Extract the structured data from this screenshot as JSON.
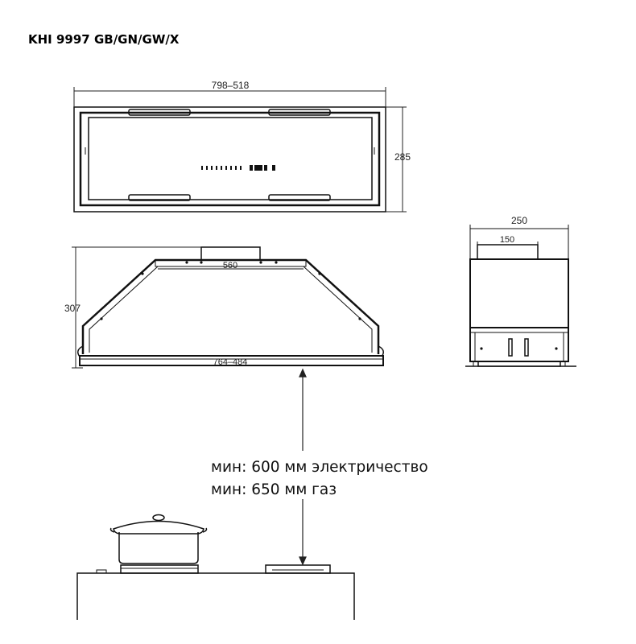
{
  "header": {
    "model": "KHI 9997 GB/GN/GW/X"
  },
  "dimensions": {
    "top_width": "798–518",
    "top_depth": "285",
    "inner_width": "560",
    "front_height": "307",
    "bottom_width": "764–484",
    "side_width": "250",
    "side_outlet": "150"
  },
  "clearance": {
    "electric": "мин: 600 мм электричество",
    "gas": "мин: 650 мм газ"
  }
}
